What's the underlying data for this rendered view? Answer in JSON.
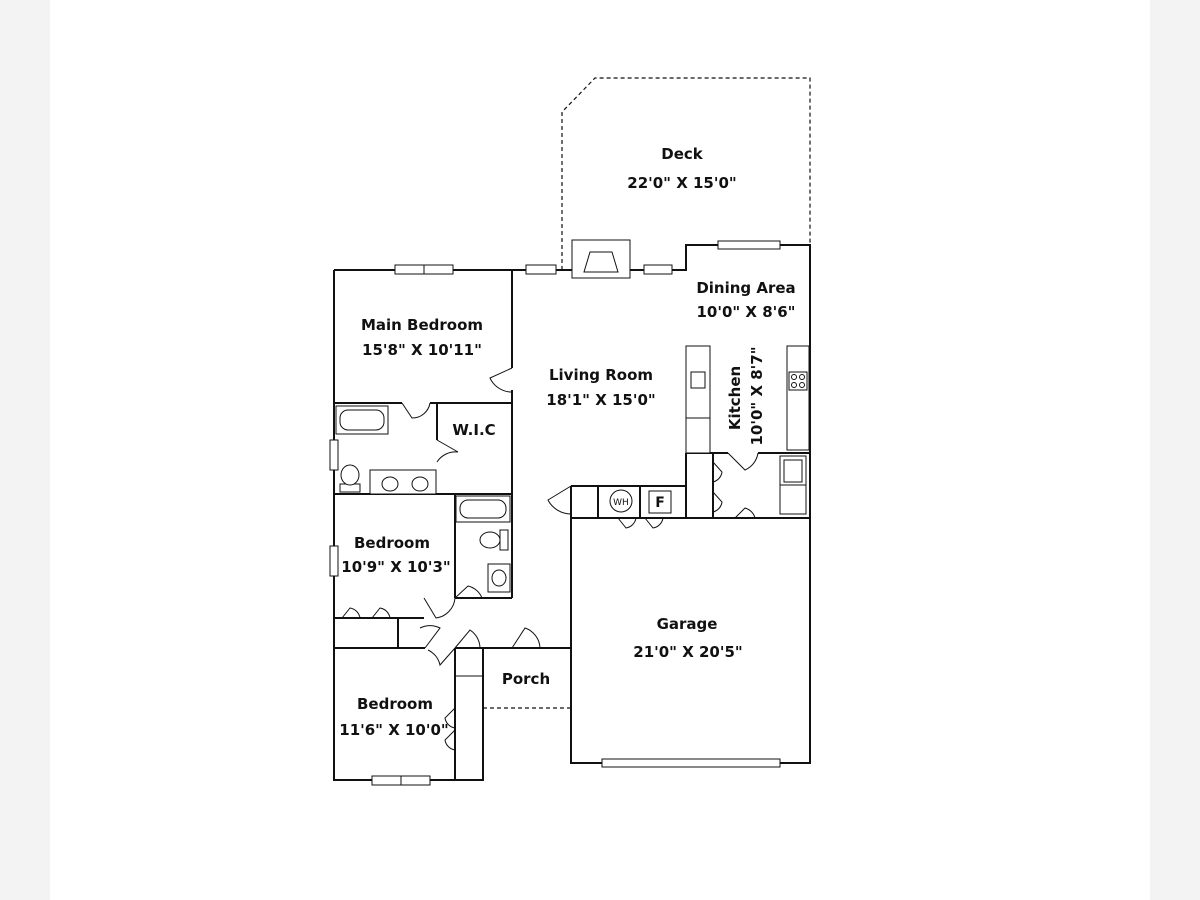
{
  "rooms": [
    {
      "id": "deck",
      "name": "Deck",
      "dims": "22'0\" X 15'0\""
    },
    {
      "id": "dining",
      "name": "Dining Area",
      "dims": "10'0\" X 8'6\""
    },
    {
      "id": "main_bedroom",
      "name": "Main Bedroom",
      "dims": "15'8\" X 10'11\""
    },
    {
      "id": "living",
      "name": "Living Room",
      "dims": "18'1\" X 15'0\""
    },
    {
      "id": "kitchen",
      "name": "Kitchen",
      "dims": "10'0\" X 8'7\""
    },
    {
      "id": "wic",
      "name": "W.I.C",
      "dims": ""
    },
    {
      "id": "bedroom2",
      "name": "Bedroom",
      "dims": "10'9\" X 10'3\""
    },
    {
      "id": "garage",
      "name": "Garage",
      "dims": "21'0\" X 20'5\""
    },
    {
      "id": "porch",
      "name": "Porch",
      "dims": ""
    },
    {
      "id": "bedroom3",
      "name": "Bedroom",
      "dims": "11'6\" X 10'0\""
    }
  ],
  "fixtures": {
    "water_heater": "WH",
    "furnace": "F"
  }
}
